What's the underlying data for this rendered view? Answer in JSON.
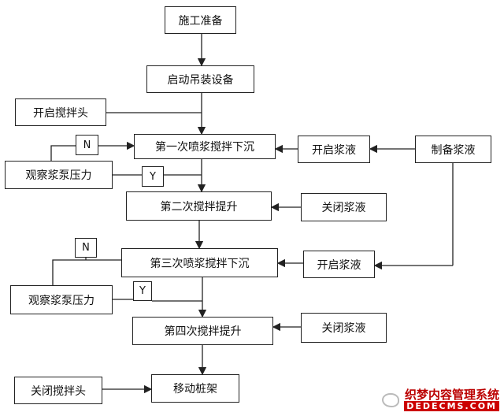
{
  "diagram": {
    "nodes": {
      "prep": "施工准备",
      "start_lift": "启动吊装设备",
      "open_head": "开启搅拌头",
      "mix_down_1": "第一次喷浆搅拌下沉",
      "open_slurry_1": "开启浆液",
      "prepare_slurry": "制备浆液",
      "observe_pressure_1": "观察浆泵压力",
      "mix_up_2": "第二次搅拌提升",
      "close_slurry_1": "关闭浆液",
      "mix_down_3": "第三次喷浆搅拌下沉",
      "open_slurry_2": "开启浆液",
      "observe_pressure_2": "观察浆泵压力",
      "mix_up_4": "第四次搅拌提升",
      "close_slurry_2": "关闭浆液",
      "close_head": "关闭搅拌头",
      "move_frame": "移动桩架"
    },
    "decisions": {
      "no_1": "N",
      "yes_1": "Y",
      "no_2": "N",
      "yes_2": "Y"
    }
  },
  "watermark": {
    "cn": "织梦内容管理系统",
    "en": "DEDECMS.COM"
  }
}
